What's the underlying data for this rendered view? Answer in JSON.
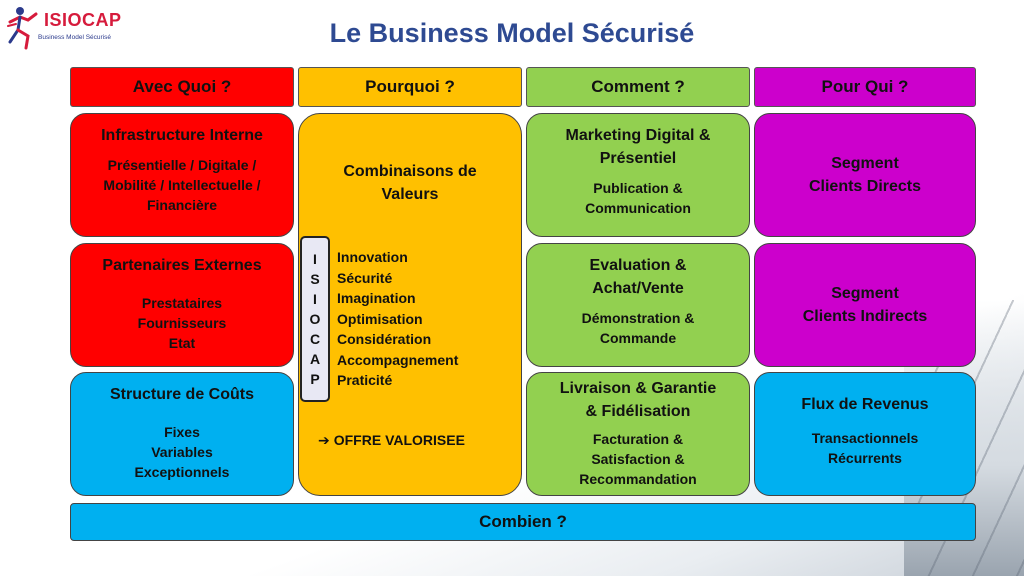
{
  "logo": {
    "name": "ISIOCAP",
    "tagline": "Business Model Sécurisé",
    "icon": "running-figure-icon",
    "brand_color": "#d61b3c"
  },
  "title": "Le Business Model Sécurisé",
  "headers": [
    "Avec Quoi ?",
    "Pourquoi ?",
    "Comment ?",
    "Pour Qui ?"
  ],
  "avec_quoi": [
    {
      "title": "Infrastructure Interne",
      "lines": [
        "Présentielle / Digitale /",
        "Mobilité / Intellectuelle /",
        "Financière"
      ]
    },
    {
      "title": "Partenaires Externes",
      "lines": [
        "Prestataires",
        "Fournisseurs",
        "Etat"
      ]
    },
    {
      "title": "Structure de Coûts",
      "lines": [
        "Fixes",
        "Variables",
        "Exceptionnels"
      ]
    }
  ],
  "pourquoi": {
    "title_lines": [
      "Combinaisons de",
      "Valeurs"
    ],
    "vertical_letters": [
      "I",
      "S",
      "I",
      "O",
      "C",
      "A",
      "P"
    ],
    "values": [
      "Innovation",
      "Sécurité",
      "Imagination",
      "Optimisation",
      "Considération",
      "Accompagnement",
      "Praticité"
    ],
    "offer_arrow": "➔",
    "offer": "OFFRE VALORISEE"
  },
  "comment": [
    {
      "title_lines": [
        "Marketing Digital &",
        "Présentiel"
      ],
      "lines": [
        "Publication &",
        "Communication"
      ]
    },
    {
      "title_lines": [
        "Evaluation &",
        "Achat/Vente"
      ],
      "lines": [
        "Démonstration &",
        "Commande"
      ]
    },
    {
      "title_lines": [
        "Livraison & Garantie",
        "& Fidélisation"
      ],
      "lines": [
        "Facturation &",
        "Satisfaction &",
        "Recommandation"
      ]
    }
  ],
  "pour_qui": [
    {
      "lines": [
        "Segment",
        "Clients Directs"
      ]
    },
    {
      "lines": [
        "Segment",
        "Clients Indirects"
      ]
    },
    {
      "title": "Flux de Revenus",
      "lines": [
        "Transactionnels",
        "Récurrents"
      ]
    }
  ],
  "footer": "Combien ?",
  "colors": {
    "red": "#ff0000",
    "yellow": "#ffc000",
    "green": "#92d050",
    "magenta": "#cc00cc",
    "blue": "#00b0f0",
    "title": "#2e4a92"
  }
}
